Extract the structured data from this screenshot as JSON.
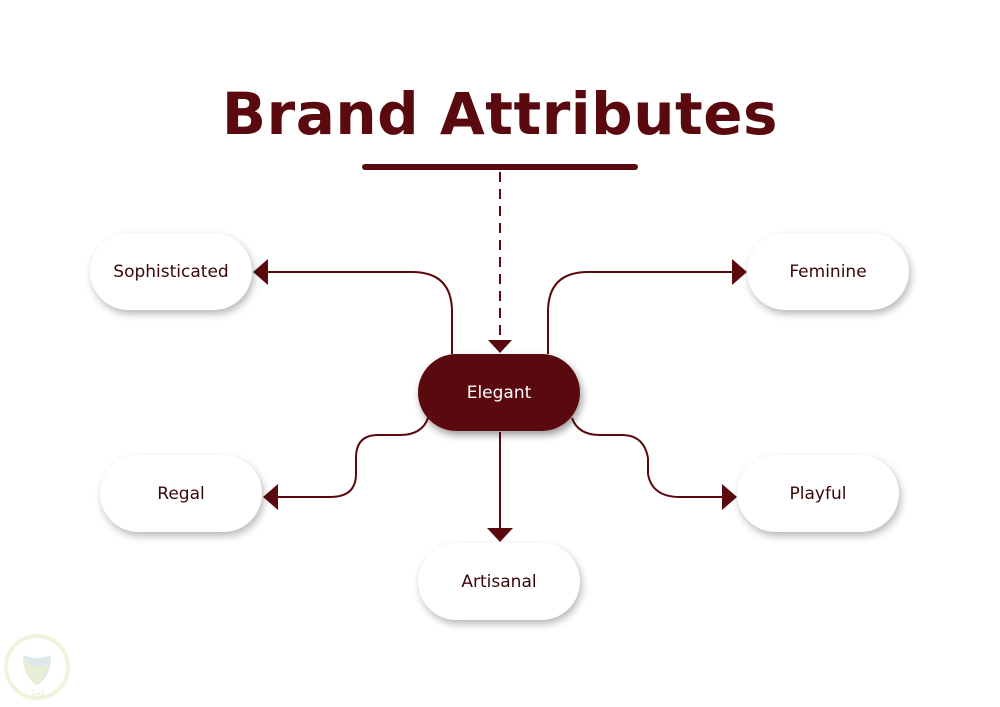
{
  "title": "Brand Attributes",
  "center": "Elegant",
  "attributes": {
    "sophisticated": "Sophisticated",
    "feminine": "Feminine",
    "regal": "Regal",
    "playful": "Playful",
    "artisanal": "Artisanal"
  },
  "colors": {
    "accent": "#5a0a0e"
  },
  "watermark": {
    "text": "كفيل"
  }
}
